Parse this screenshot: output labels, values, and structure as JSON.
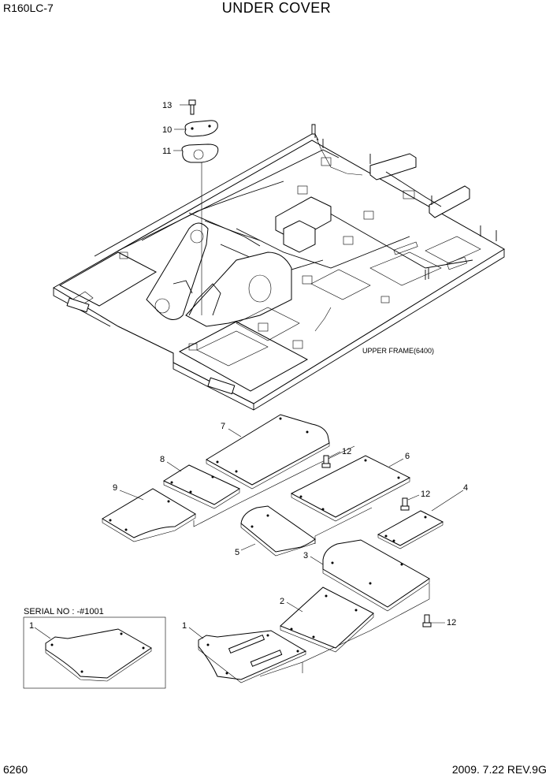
{
  "header": {
    "model": "R160LC-7",
    "title": "UNDER COVER"
  },
  "footer": {
    "page": "6260",
    "revision": "2009. 7.22  REV.9G"
  },
  "assembly_label": "UPPER FRAME(6400)",
  "serial_note": "SERIAL NO : -#1001",
  "callouts": {
    "c1a": "1",
    "c1b": "1",
    "c2": "2",
    "c3": "3",
    "c4": "4",
    "c5": "5",
    "c6": "6",
    "c7": "7",
    "c8": "8",
    "c9": "9",
    "c10": "10",
    "c11": "11",
    "c12a": "12",
    "c12b": "12",
    "c12c": "12",
    "c13": "13"
  }
}
